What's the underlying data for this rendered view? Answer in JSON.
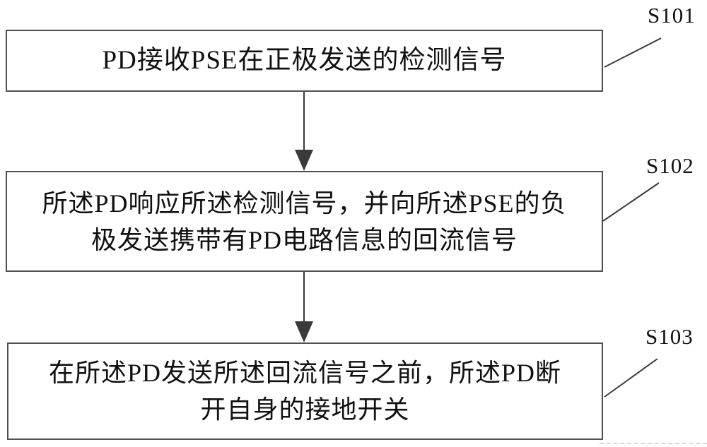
{
  "diagram": {
    "type": "flowchart",
    "colors": {
      "background": "#ffffff",
      "box_border": "#4f4f4f",
      "text": "#111111",
      "arrow": "#3a3a3a"
    },
    "steps": [
      {
        "label": "S101",
        "lines": [
          "PD接收PSE在正极发送的检测信号"
        ]
      },
      {
        "label": "S102",
        "lines": [
          "所述PD响应所述检测信号，并向所述PSE的负",
          "极发送携带有PD电路信息的回流信号"
        ]
      },
      {
        "label": "S103",
        "lines": [
          "在所述PD发送所述回流信号之前，所述PD断",
          "开自身的接地开关"
        ]
      }
    ],
    "connections": [
      {
        "from": "S101",
        "to": "S102",
        "style": "arrow-down"
      },
      {
        "from": "S102",
        "to": "S103",
        "style": "arrow-down"
      }
    ]
  }
}
